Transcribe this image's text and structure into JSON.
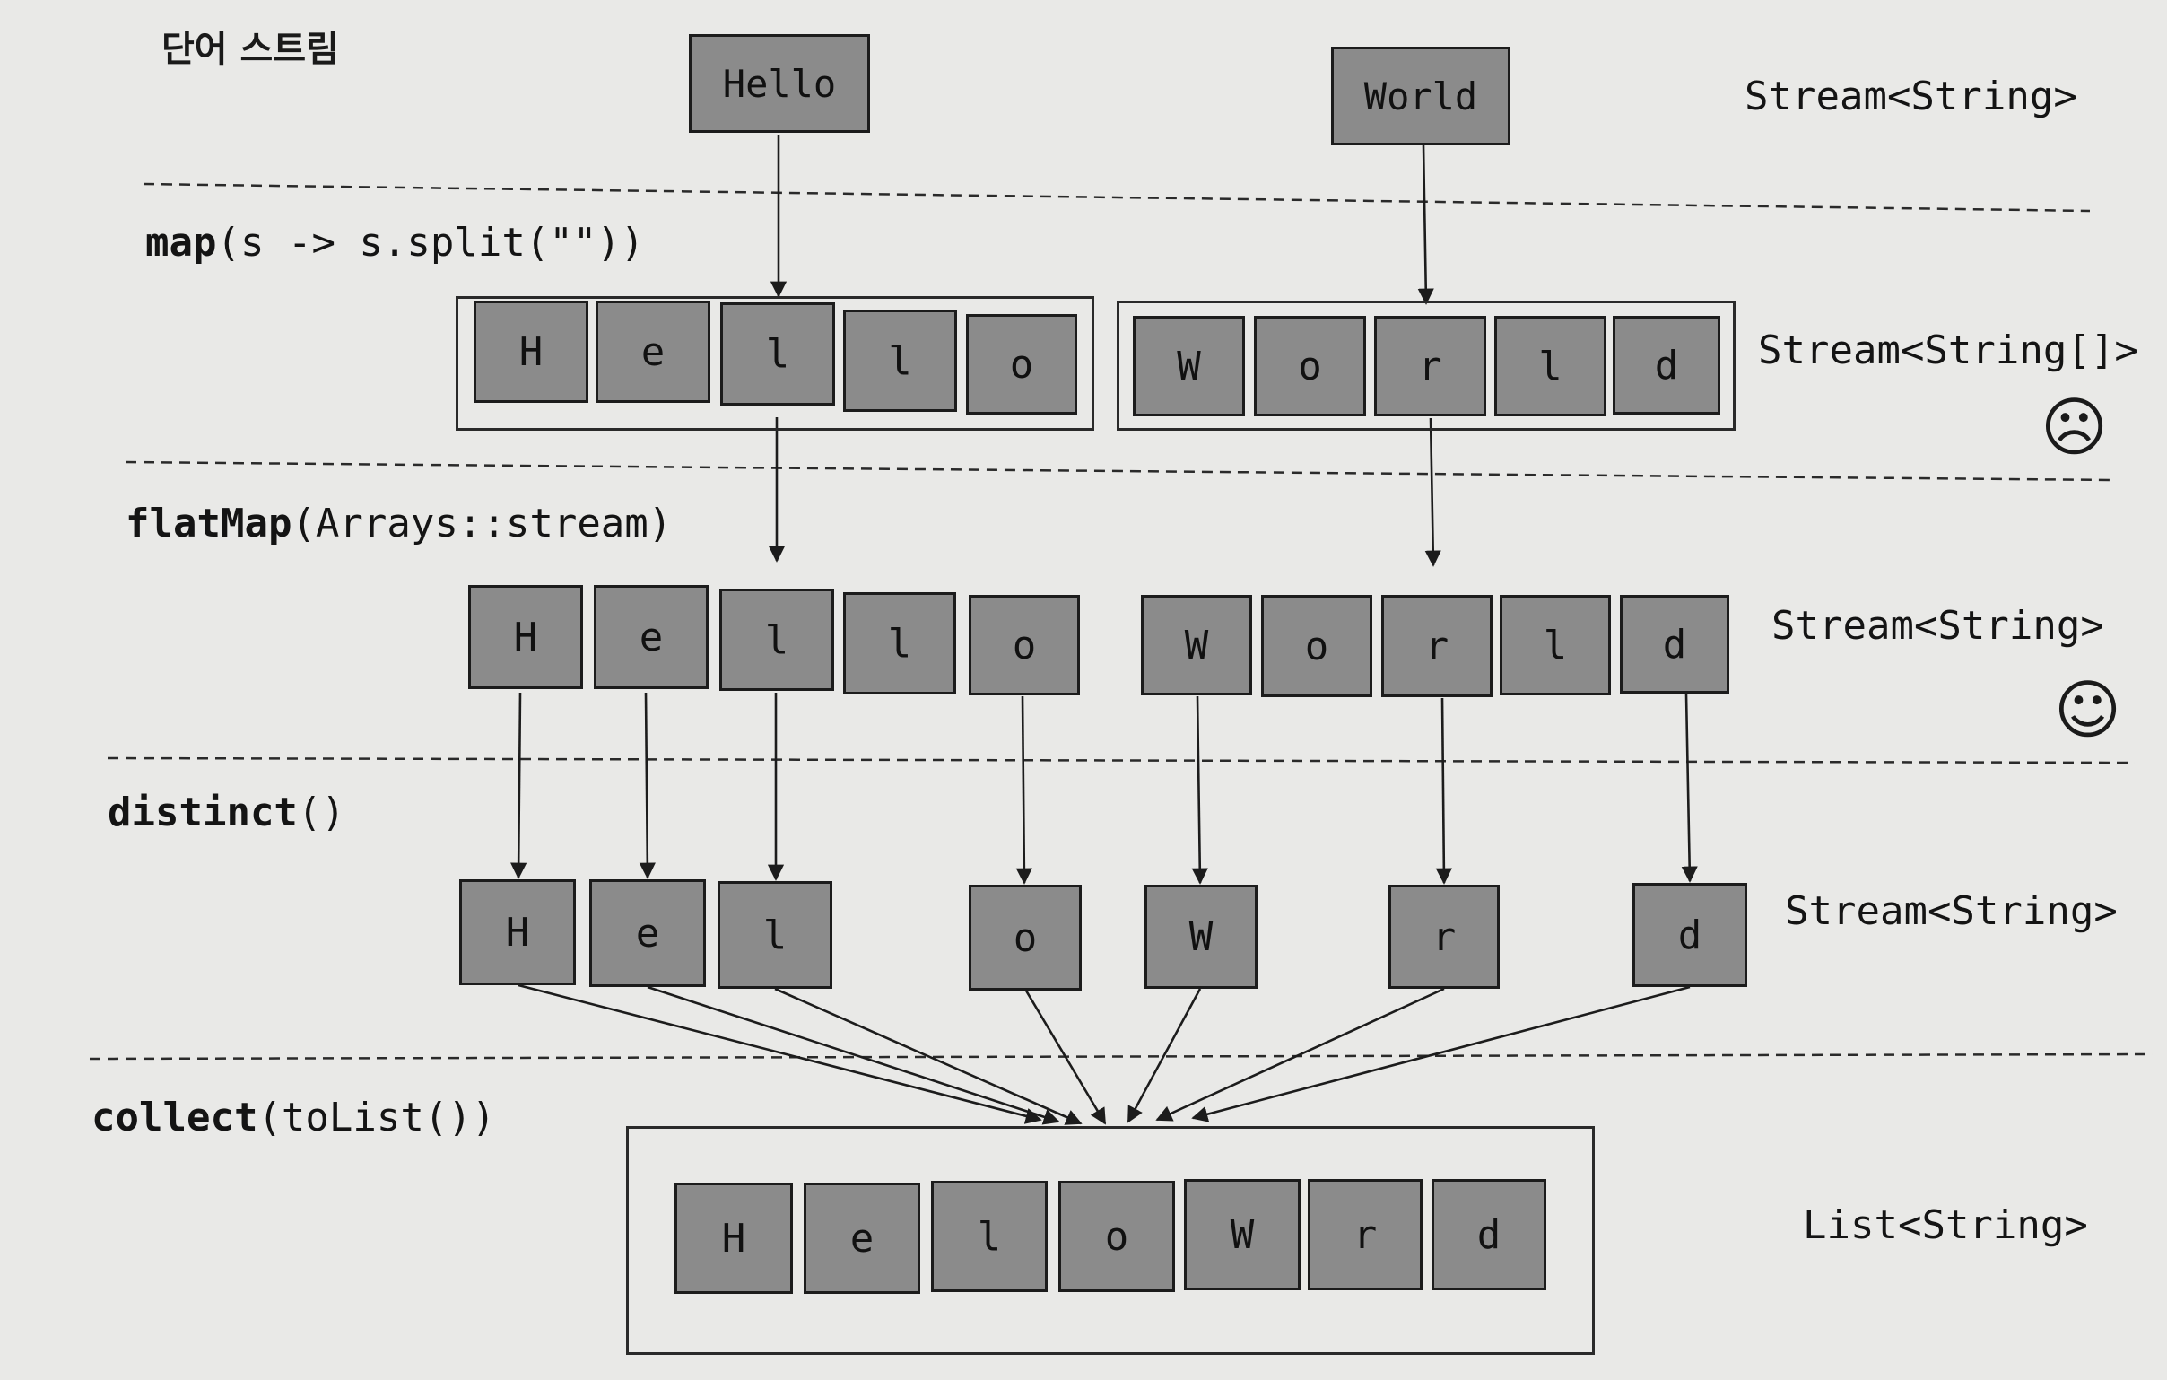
{
  "title": "단어 스트림",
  "words": [
    "Hello",
    "World"
  ],
  "stages": {
    "map": {
      "keyword": "map",
      "args": "(s -> s.split(\"\"))"
    },
    "flatMap": {
      "keyword": "flatMap",
      "args": "(Arrays::stream)"
    },
    "distinct": {
      "keyword": "distinct",
      "args": "()"
    },
    "collect": {
      "keyword": "collect",
      "args": "(toList())"
    }
  },
  "types": {
    "words": "Stream<String>",
    "map": "Stream<String[]>",
    "flatMap": "Stream<String>",
    "distinct": "Stream<String>",
    "collect": "List<String>"
  },
  "faces": {
    "sad": "☹",
    "happy": "☺"
  },
  "arrays": {
    "hello": [
      "H",
      "e",
      "l",
      "l",
      "o"
    ],
    "world": [
      "W",
      "o",
      "r",
      "l",
      "d"
    ]
  },
  "flat": [
    "H",
    "e",
    "l",
    "l",
    "o",
    "W",
    "o",
    "r",
    "l",
    "d"
  ],
  "distinct": [
    "H",
    "e",
    "l",
    "o",
    "W",
    "r",
    "d"
  ],
  "list": [
    "H",
    "e",
    "l",
    "o",
    "W",
    "r",
    "d"
  ],
  "icons": {
    "sad": "sad-face-icon",
    "happy": "happy-face-icon"
  },
  "colors": {
    "cell": "#8b8b8b",
    "background": "#e9e9e7",
    "line": "#1c1c1c"
  }
}
